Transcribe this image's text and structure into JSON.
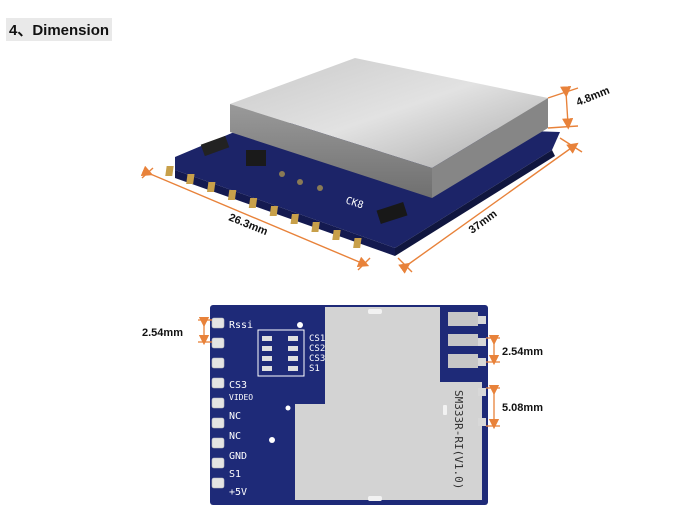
{
  "heading": "4、Dimension",
  "top_view": {
    "length_label": "26.3mm",
    "width_label": "37mm",
    "height_label": "4.8mm",
    "board_mark": "CK8"
  },
  "bottom_view": {
    "pitch_label_left": "2.54mm",
    "pitch_label_right": "2.54mm",
    "gap_label_right": "5.08mm",
    "model_text": "SM333R-RI(V1.0)",
    "pins": [
      "Rssi",
      "CS3",
      "VIDEO",
      "NC",
      "NC",
      "GND",
      "S1",
      "+5V"
    ],
    "jumpers": [
      "CS1",
      "CS2",
      "CS3",
      "S1"
    ]
  },
  "colors": {
    "pcb": "#1e2a78",
    "shield": "#d6d6d6",
    "gold": "#c8a04a",
    "arrow": "#e8823a"
  }
}
